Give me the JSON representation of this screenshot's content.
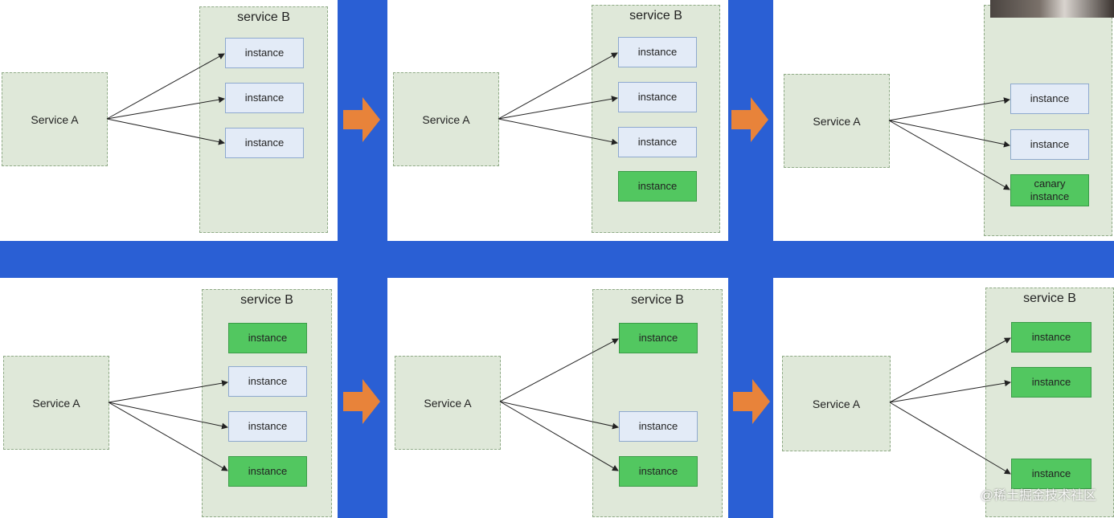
{
  "labels": {
    "service_a": "Service A",
    "service_b": "service B",
    "instance": "instance",
    "canary_instance": "canary\ninstance"
  },
  "watermark": "@稀土掘金技术社区",
  "colors": {
    "separator_blue": "#2a5fd4",
    "panel_bg": "#ffffff",
    "service_box_bg": "#dfe8d9",
    "old_instance_bg": "#e3ebf7",
    "new_instance_bg": "#52c760",
    "step_arrow_orange": "#e8833a"
  },
  "panels": [
    {
      "name": "panel-row1-col1",
      "instances": [
        {
          "label": "instance",
          "state": "old"
        },
        {
          "label": "instance",
          "state": "old"
        },
        {
          "label": "instance",
          "state": "old"
        }
      ]
    },
    {
      "name": "panel-row1-col2",
      "instances": [
        {
          "label": "instance",
          "state": "old"
        },
        {
          "label": "instance",
          "state": "old"
        },
        {
          "label": "instance",
          "state": "old"
        },
        {
          "label": "instance",
          "state": "new"
        }
      ]
    },
    {
      "name": "panel-row1-col3",
      "instances": [
        {
          "label": "instance",
          "state": "old"
        },
        {
          "label": "instance",
          "state": "old"
        },
        {
          "label": "canary\ninstance",
          "state": "new"
        }
      ]
    },
    {
      "name": "panel-row2-col1",
      "instances": [
        {
          "label": "instance",
          "state": "new"
        },
        {
          "label": "instance",
          "state": "old"
        },
        {
          "label": "instance",
          "state": "old"
        },
        {
          "label": "instance",
          "state": "new"
        }
      ]
    },
    {
      "name": "panel-row2-col2",
      "instances": [
        {
          "label": "instance",
          "state": "new"
        },
        {
          "label": "instance",
          "state": "old"
        },
        {
          "label": "instance",
          "state": "new"
        }
      ]
    },
    {
      "name": "panel-row2-col3",
      "instances": [
        {
          "label": "instance",
          "state": "new"
        },
        {
          "label": "instance",
          "state": "new"
        },
        {
          "label": "instance",
          "state": "new"
        }
      ]
    }
  ]
}
